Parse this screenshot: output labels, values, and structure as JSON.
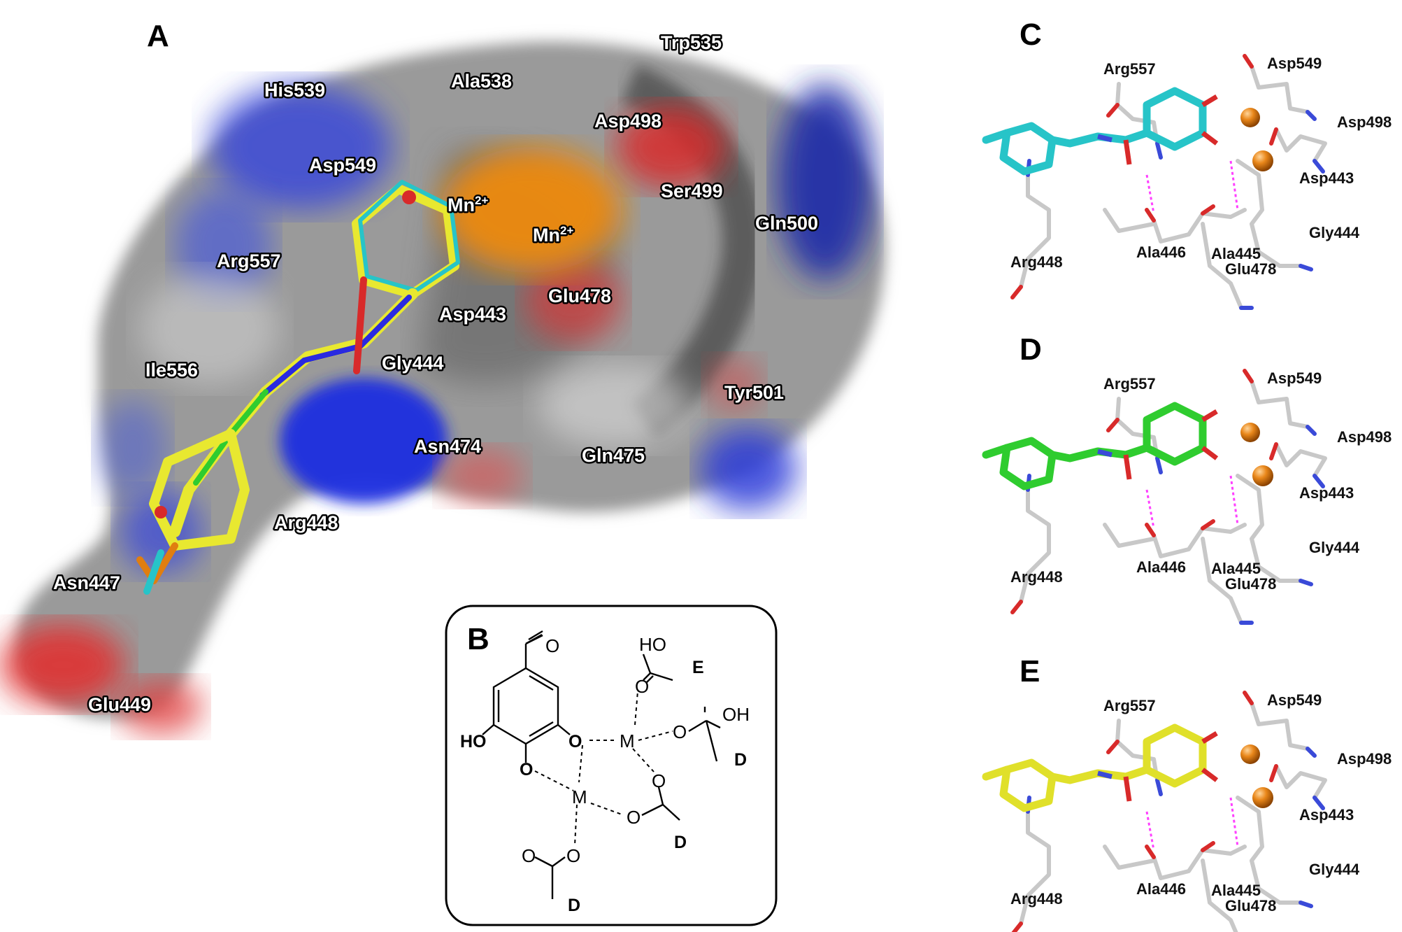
{
  "panels": {
    "A": {
      "label": "A",
      "residues": [
        "Trp535",
        "His539",
        "Ala538",
        "Asp498",
        "Asp549",
        "Mn2+",
        "Ser499",
        "Mn2+",
        "Gln500",
        "Arg557",
        "Glu478",
        "Asp443",
        "Ile556",
        "Gly444",
        "Tyr501",
        "Asn474",
        "Gln475",
        "Arg448",
        "Asn447",
        "Glu449"
      ]
    },
    "B": {
      "label": "B",
      "atoms": {
        "ho": "HO",
        "o_phenol1": "O",
        "o_phenol2": "O",
        "m1": "M",
        "m2": "M",
        "ho_top": "HO",
        "o_top": "O",
        "oh_right": "OH",
        "o_right": "O",
        "o_mid": "O",
        "o_mid2": "O",
        "o_bottom": "O",
        "o_bottom2": "O",
        "o_carbonyl": "O"
      },
      "residue_tags": [
        "E",
        "D",
        "D",
        "D"
      ]
    },
    "C": {
      "label": "C",
      "residues": [
        "Arg557",
        "Asp549",
        "Asp498",
        "Asp443",
        "Gly444",
        "Arg448",
        "Ala446",
        "Ala445",
        "Glu478"
      ]
    },
    "D": {
      "label": "D",
      "residues": [
        "Arg557",
        "Asp549",
        "Asp498",
        "Asp443",
        "Gly444",
        "Arg448",
        "Ala446",
        "Ala445",
        "Glu478"
      ]
    },
    "E": {
      "label": "E",
      "residues": [
        "Arg557",
        "Asp549",
        "Asp498",
        "Asp443",
        "Gly444",
        "Arg448",
        "Ala446",
        "Ala445",
        "Glu478"
      ]
    }
  },
  "colors": {
    "ligand_C": "#27c4c8",
    "ligand_D": "#2fcc2f",
    "ligand_E": "#e0e02a",
    "metal": "#e07e10",
    "hbond": "#ff40ff",
    "surface_gray": "#8a8a8a",
    "surface_blue": "#2a3ad8",
    "surface_red": "#d8242a",
    "surface_orange": "#ee8a10"
  }
}
